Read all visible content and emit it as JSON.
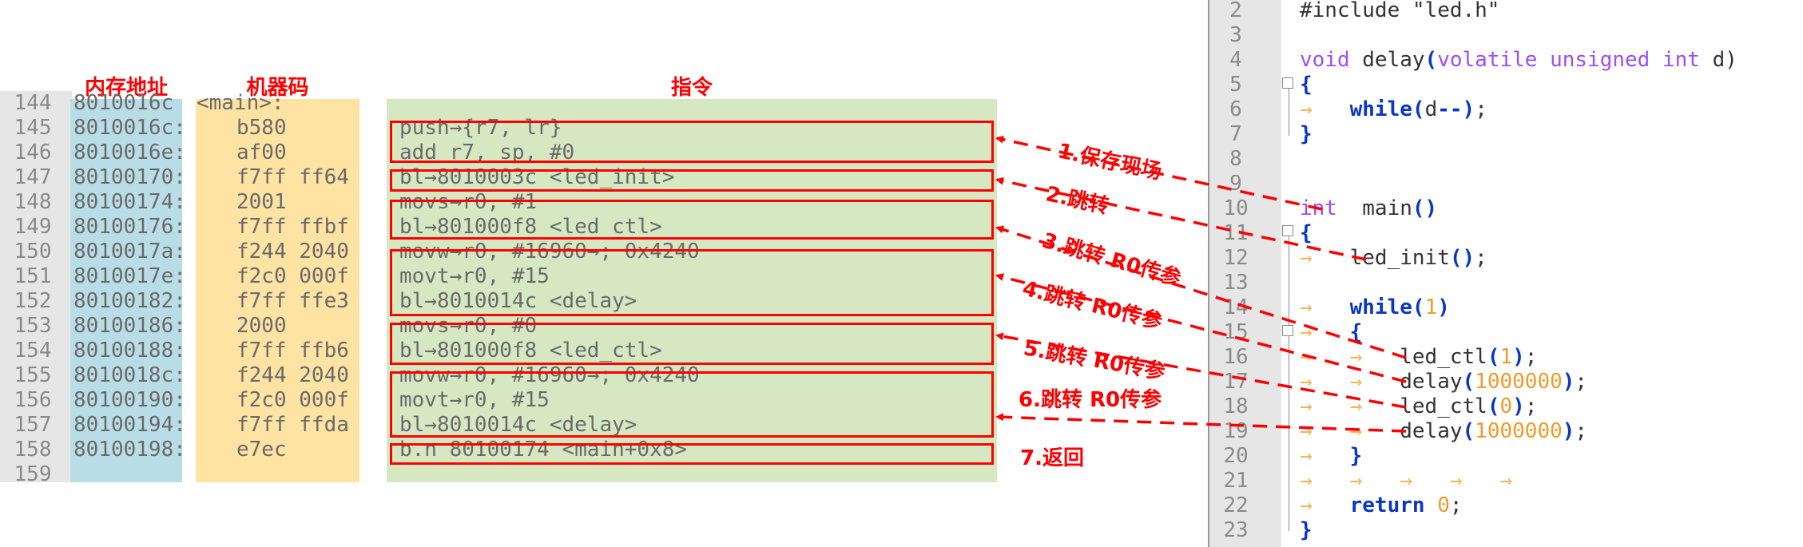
{
  "headers": {
    "address": "内存地址",
    "machine_code": "机器码",
    "instruction": "指令"
  },
  "left_rows": [
    {
      "line": "144",
      "addr": "8010016c",
      "code": "",
      "instr": "<main>:"
    },
    {
      "line": "145",
      "addr": "8010016c:",
      "code": "b580",
      "instr": "push→{r7, lr}"
    },
    {
      "line": "146",
      "addr": "8010016e:",
      "code": "af00",
      "instr": "add r7, sp, #0"
    },
    {
      "line": "147",
      "addr": "80100170:",
      "code": "f7ff ff64",
      "instr": "bl→8010003c <led_init>"
    },
    {
      "line": "148",
      "addr": "80100174:",
      "code": "2001",
      "instr": "movs→r0, #1"
    },
    {
      "line": "149",
      "addr": "80100176:",
      "code": "f7ff ffbf",
      "instr": "bl→801000f8 <led_ctl>"
    },
    {
      "line": "150",
      "addr": "8010017a:",
      "code": "f244 2040",
      "instr": "movw→r0, #16960→; 0x4240"
    },
    {
      "line": "151",
      "addr": "8010017e:",
      "code": "f2c0 000f",
      "instr": "movt→r0, #15"
    },
    {
      "line": "152",
      "addr": "80100182:",
      "code": "f7ff ffe3",
      "instr": "bl→8010014c <delay>"
    },
    {
      "line": "153",
      "addr": "80100186:",
      "code": "2000",
      "instr": "movs→r0, #0"
    },
    {
      "line": "154",
      "addr": "80100188:",
      "code": "f7ff ffb6",
      "instr": "bl→801000f8 <led_ctl>"
    },
    {
      "line": "155",
      "addr": "8010018c:",
      "code": "f244 2040",
      "instr": "movw→r0, #16960→; 0x4240"
    },
    {
      "line": "156",
      "addr": "80100190:",
      "code": "f2c0 000f",
      "instr": "movt→r0, #15"
    },
    {
      "line": "157",
      "addr": "80100194:",
      "code": "f7ff ffda",
      "instr": "bl→8010014c <delay>"
    },
    {
      "line": "158",
      "addr": "80100198:",
      "code": "e7ec",
      "instr": "b.n 80100174 <main+0x8>"
    },
    {
      "line": "159",
      "addr": "",
      "code": "",
      "instr": ""
    }
  ],
  "annotations": [
    {
      "label": "1.保存现场"
    },
    {
      "label": "2.跳转"
    },
    {
      "label": "3.跳转 R0传参"
    },
    {
      "label": "4.跳转 R0传参"
    },
    {
      "label": "5.跳转 R0传参"
    },
    {
      "label": "6.跳转 R0传参"
    },
    {
      "label": "7.返回"
    }
  ],
  "right_lines": [
    {
      "line": "2",
      "parts": [
        [
          "plain",
          "#include "
        ],
        [
          "plain",
          "\"led.h\""
        ]
      ]
    },
    {
      "line": "3",
      "parts": []
    },
    {
      "line": "4",
      "parts": [
        [
          "kw-purple",
          "void"
        ],
        [
          "plain",
          " delay"
        ],
        [
          "punct",
          "("
        ],
        [
          "kw-purple",
          "volatile unsigned int"
        ],
        [
          "plain",
          " d)"
        ]
      ]
    },
    {
      "line": "5",
      "parts": [
        [
          "punct",
          "{"
        ]
      ]
    },
    {
      "line": "6",
      "parts": [
        [
          "tabarrow",
          "→   "
        ],
        [
          "kw-blue",
          "while"
        ],
        [
          "punct",
          "("
        ],
        [
          "plain",
          "d"
        ],
        [
          "punct",
          "--"
        ],
        [
          "punct",
          ")"
        ],
        [
          "plain",
          ";"
        ]
      ]
    },
    {
      "line": "7",
      "parts": [
        [
          "punct",
          "}"
        ]
      ]
    },
    {
      "line": "8",
      "parts": []
    },
    {
      "line": "9",
      "parts": []
    },
    {
      "line": "10",
      "parts": [
        [
          "kw-purple",
          "int"
        ],
        [
          "plain",
          "  main"
        ],
        [
          "punct",
          "()"
        ]
      ]
    },
    {
      "line": "11",
      "parts": [
        [
          "punct",
          "{"
        ]
      ]
    },
    {
      "line": "12",
      "parts": [
        [
          "tabarrow",
          "→   "
        ],
        [
          "plain",
          "led_init"
        ],
        [
          "punct",
          "()"
        ],
        [
          "plain",
          ";"
        ]
      ]
    },
    {
      "line": "13",
      "parts": []
    },
    {
      "line": "14",
      "parts": [
        [
          "tabarrow",
          "→   "
        ],
        [
          "kw-blue",
          "while"
        ],
        [
          "punct",
          "("
        ],
        [
          "num",
          "1"
        ],
        [
          "punct",
          ")"
        ]
      ]
    },
    {
      "line": "15",
      "parts": [
        [
          "tabarrow",
          "→   "
        ],
        [
          "punct",
          "{"
        ]
      ]
    },
    {
      "line": "16",
      "parts": [
        [
          "tabarrow",
          "→   →   "
        ],
        [
          "plain",
          "led_ctl"
        ],
        [
          "punct",
          "("
        ],
        [
          "num",
          "1"
        ],
        [
          "punct",
          ")"
        ],
        [
          "plain",
          ";"
        ]
      ]
    },
    {
      "line": "17",
      "parts": [
        [
          "tabarrow",
          "→   →   "
        ],
        [
          "plain",
          "delay"
        ],
        [
          "punct",
          "("
        ],
        [
          "num",
          "1000000"
        ],
        [
          "punct",
          ")"
        ],
        [
          "plain",
          ";"
        ]
      ]
    },
    {
      "line": "18",
      "parts": [
        [
          "tabarrow",
          "→   →   "
        ],
        [
          "plain",
          "led_ctl"
        ],
        [
          "punct",
          "("
        ],
        [
          "num",
          "0"
        ],
        [
          "punct",
          ")"
        ],
        [
          "plain",
          ";"
        ]
      ]
    },
    {
      "line": "19",
      "parts": [
        [
          "tabarrow",
          "→   →   "
        ],
        [
          "plain",
          "delay"
        ],
        [
          "punct",
          "("
        ],
        [
          "num",
          "1000000"
        ],
        [
          "punct",
          ")"
        ],
        [
          "plain",
          ";"
        ]
      ]
    },
    {
      "line": "20",
      "parts": [
        [
          "tabarrow",
          "→   "
        ],
        [
          "punct",
          "}"
        ]
      ]
    },
    {
      "line": "21",
      "parts": [
        [
          "tabarrow",
          "→   →   →   →   →"
        ]
      ]
    },
    {
      "line": "22",
      "parts": [
        [
          "tabarrow",
          "→   "
        ],
        [
          "kw-blue",
          "return"
        ],
        [
          "plain",
          " "
        ],
        [
          "num",
          "0"
        ],
        [
          "plain",
          ";"
        ]
      ]
    },
    {
      "line": "23",
      "parts": [
        [
          "punct",
          "}"
        ]
      ]
    }
  ],
  "colors": {
    "address_column": "#b9dde7",
    "machine_code_column": "#ffe3a3",
    "instruction_column": "#d5e8c2",
    "highlight_box": "#ff0000",
    "arrow": "#ff0000"
  }
}
